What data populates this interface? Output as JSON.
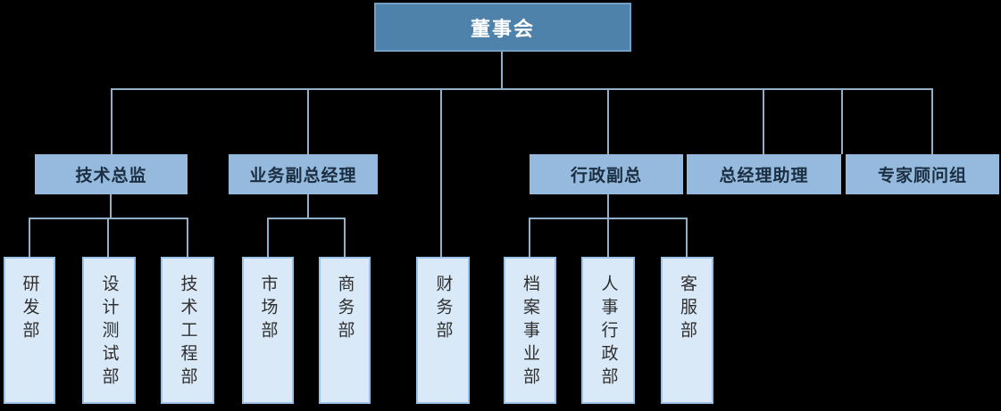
{
  "diagram": {
    "type": "org-chart",
    "colors": {
      "background": "#000000",
      "root_fill": "#4e82ab",
      "root_border": "#71a0c6",
      "root_text": "#ffffff",
      "manager_fill": "#95bade",
      "manager_text": "#1c2f42",
      "department_fill": "#d9e9f8",
      "department_border": "#9cc3e7",
      "department_text": "#2f2f2f",
      "connector": "#93aec7"
    },
    "root": {
      "label": "董事会"
    },
    "managers": [
      {
        "label": "技术总监"
      },
      {
        "label": "业务副总经理"
      },
      {
        "label": "行政副总"
      },
      {
        "label": "总经理助理"
      },
      {
        "label": "专家顾问组"
      }
    ],
    "departments": [
      {
        "label": "研发部",
        "parent": "技术总监"
      },
      {
        "label": "设计测试部",
        "parent": "技术总监"
      },
      {
        "label": "技术工程部",
        "parent": "技术总监"
      },
      {
        "label": "市场部",
        "parent": "业务副总经理"
      },
      {
        "label": "商务部",
        "parent": "业务副总经理"
      },
      {
        "label": "财务部",
        "parent": "董事会"
      },
      {
        "label": "档案事业部",
        "parent": "行政副总"
      },
      {
        "label": "人事行政部",
        "parent": "行政副总"
      },
      {
        "label": "客服部",
        "parent": "行政副总"
      }
    ]
  }
}
